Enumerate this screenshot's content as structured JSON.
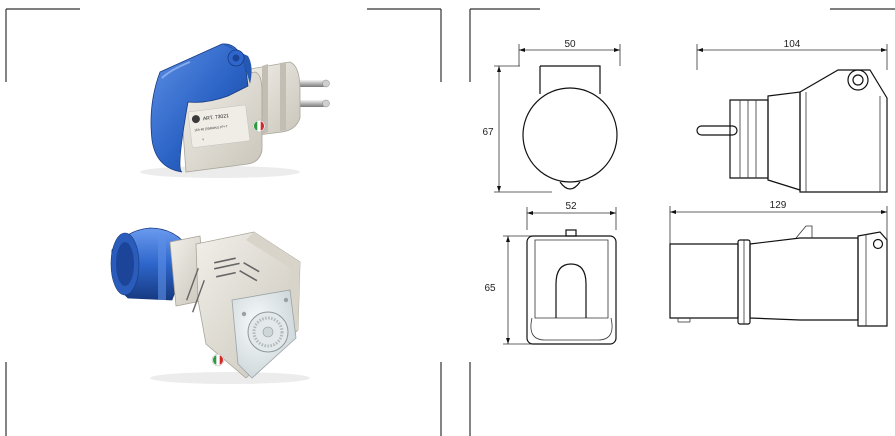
{
  "adapter_label": {
    "art": "ART. 73021",
    "rating": "16A 40 (50/60Hz) 1P+T"
  },
  "dimensions": {
    "front_width": "50",
    "front_height": "67",
    "side_length": "104",
    "bottom_width": "52",
    "bottom_height": "65",
    "bottom_length": "129"
  },
  "colors": {
    "cee_blue": "#2a62c4",
    "body_grey": "#dcd9d0",
    "line": "#111111"
  }
}
